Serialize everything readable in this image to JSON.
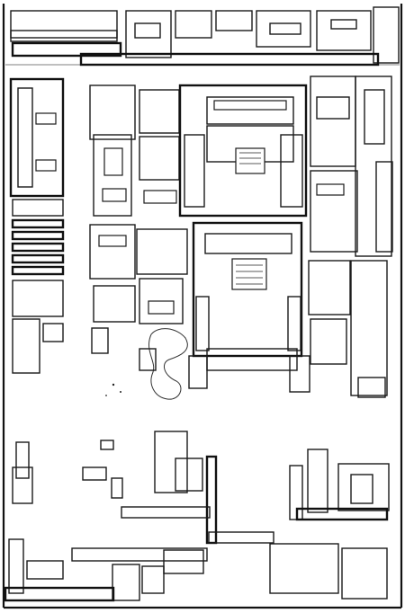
{
  "view": {
    "kind": "historical-city-plan-sketch",
    "background": "#ffffff",
    "ink": "#1a1a1a"
  },
  "regions": [
    {
      "id": "north-row"
    },
    {
      "id": "west-row"
    },
    {
      "id": "central-compound"
    },
    {
      "id": "inner-courtyard"
    },
    {
      "id": "east-row"
    },
    {
      "id": "garden-pond"
    },
    {
      "id": "south-blocks"
    }
  ]
}
